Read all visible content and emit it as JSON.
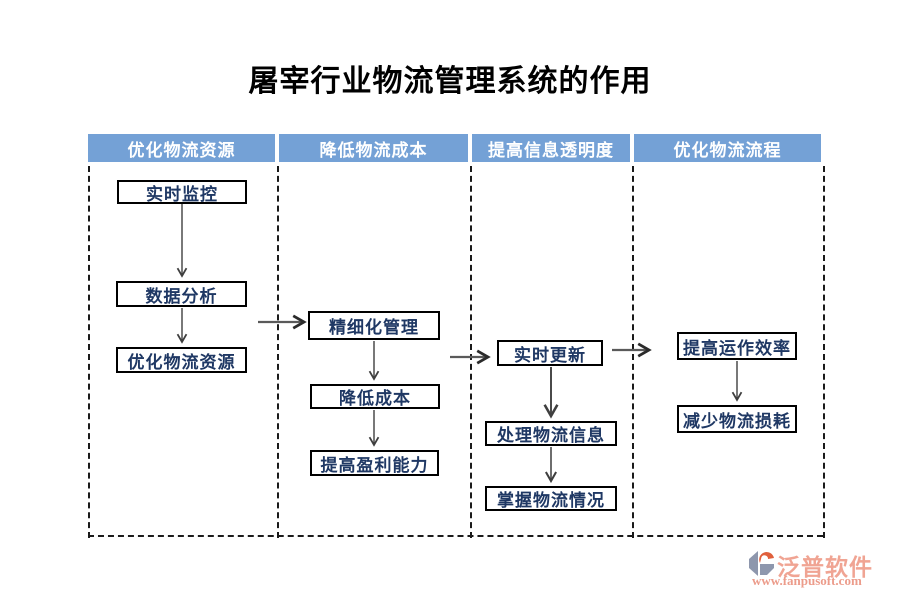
{
  "title": "屠宰行业物流管理系统的作用",
  "lanes": [
    {
      "header": "优化物流资源",
      "boxes": [
        "实时监控",
        "数据分析",
        "优化物流资源"
      ]
    },
    {
      "header": "降低物流成本",
      "boxes": [
        "精细化管理",
        "降低成本",
        "提高盈利能力"
      ]
    },
    {
      "header": "提高信息透明度",
      "boxes": [
        "实时更新",
        "处理物流信息",
        "掌握物流情况"
      ]
    },
    {
      "header": "优化物流流程",
      "boxes": [
        "提高运作效率",
        "减少物流损耗"
      ]
    }
  ],
  "colors": {
    "header_bg": "#74a1d6",
    "header_text": "#ffffff",
    "node_text": "#1f3864",
    "node_border": "#000000",
    "arrow": "#4a4a4a",
    "lane_dash": "#1a1a1a",
    "title_text": "#000000",
    "watermark_brand": "#f0a493",
    "watermark_url": "#ec9c8b",
    "watermark_icon_gray": "#8e97ad",
    "watermark_icon_orange": "#e0603c"
  },
  "icons": {
    "watermark_logo": "fanpu-logo-icon"
  },
  "watermark": {
    "brand": "泛普软件",
    "url": "www.fanpusoft.com"
  }
}
